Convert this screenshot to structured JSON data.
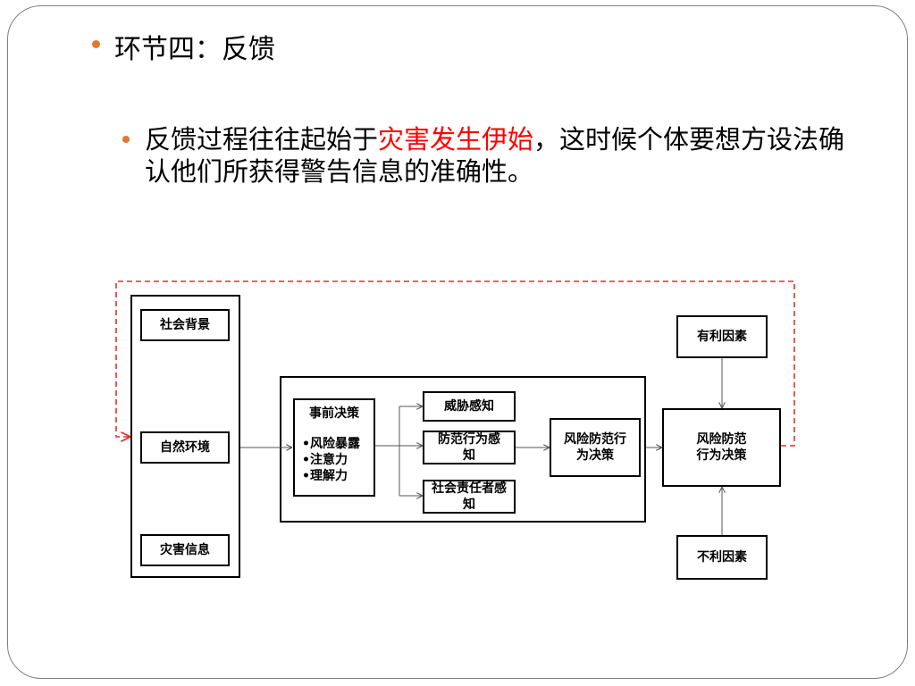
{
  "heading": "环节四：反馈",
  "body": {
    "before": "反馈过程往往起始于",
    "highlight": "灾害发生伊始",
    "after": "，这时候个体要想方设法确认他们所获得警告信息的准确性。"
  },
  "diagram": {
    "context": {
      "social": "社会背景",
      "natural": "自然环境",
      "hazard": "灾害信息"
    },
    "pre_decision": {
      "title": "事前决策",
      "items": [
        "•风险暴露",
        "•注意力",
        "•理解力"
      ]
    },
    "perceptions": {
      "threat": "威胁感知",
      "action": "防范行为感知",
      "stakeholder": "社会责任者感知"
    },
    "decision_inner": "风险防范行为决策",
    "decision_outer": "风险防范行为决策",
    "favorable": "有利因素",
    "unfavorable": "不利因素"
  },
  "colors": {
    "bullet": "#e07830",
    "highlight": "#ff0000",
    "feedback_arrow": "#e03030"
  }
}
